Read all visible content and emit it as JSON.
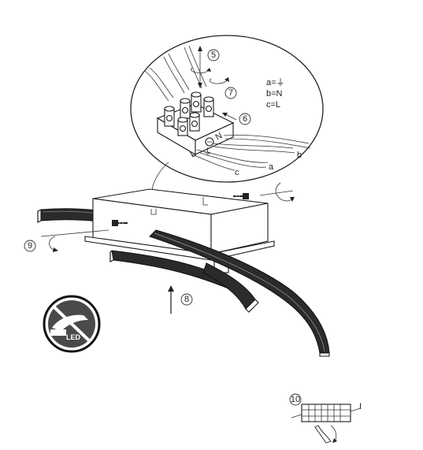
{
  "steps": {
    "s5": "5",
    "s6": "6",
    "s7": "7",
    "s8": "8",
    "s9": "9",
    "s10": "10"
  },
  "legend": {
    "a": "a=⏚",
    "b": "b=N",
    "c": "c=L"
  },
  "wire_labels": {
    "a": "a",
    "b": "b",
    "c": "c"
  },
  "terminal_marks": {
    "earth": "⏚",
    "n": "N",
    "l": "L"
  },
  "warning_badge": {
    "text": "LED",
    "icon": "no-led-replacement-icon"
  },
  "detail10": {
    "label": "I"
  }
}
